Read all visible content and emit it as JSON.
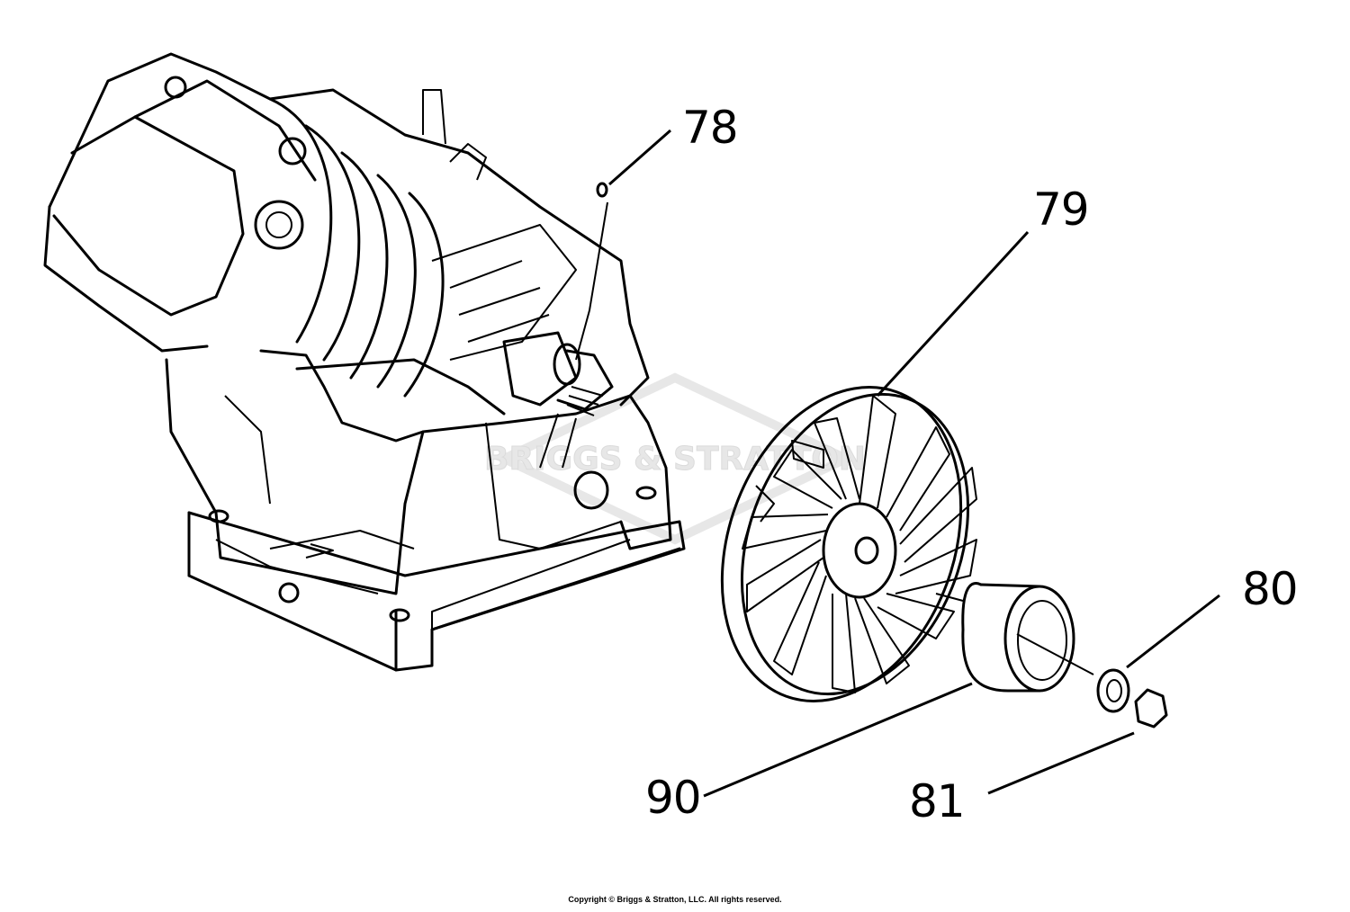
{
  "watermark": "BRIGGS & STRATTON",
  "callouts": {
    "c78": "78",
    "c79": "79",
    "c80": "80",
    "c81": "81",
    "c90": "90"
  },
  "copyright": "Copyright © Briggs & Stratton, LLC. All rights reserved.",
  "colors": {
    "line": "#000000",
    "background": "#ffffff",
    "watermark": "#cfcfcf"
  }
}
